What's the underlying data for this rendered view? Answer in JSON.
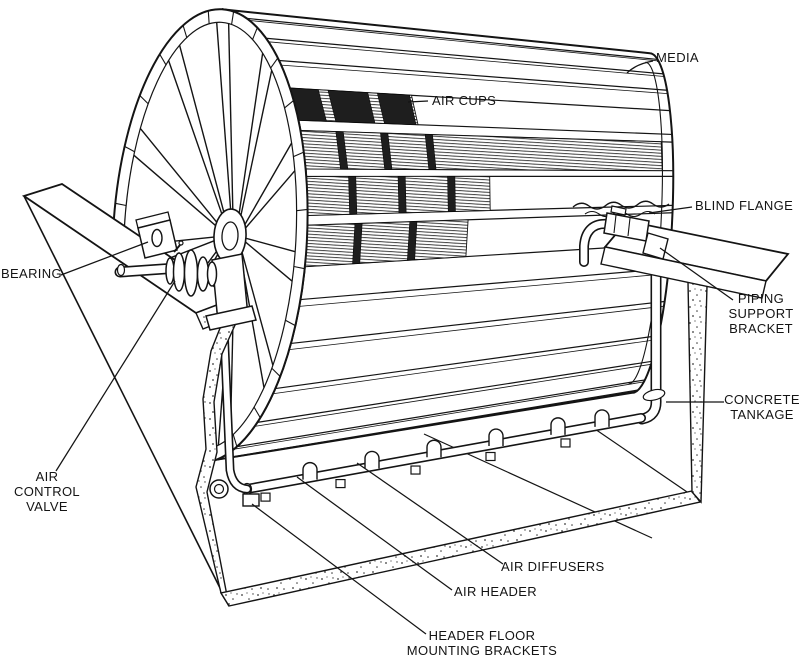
{
  "colors": {
    "ink": "#141414",
    "paper": "#ffffff"
  },
  "labels": {
    "media": "MEDIA",
    "air_cups": "AIR CUPS",
    "blind_flange": "BLIND FLANGE",
    "piping_support_bracket": {
      "l1": "PIPING",
      "l2": "SUPPORT",
      "l3": "BRACKET"
    },
    "concrete_tankage": {
      "l1": "CONCRETE",
      "l2": "TANKAGE"
    },
    "bearing": "BEARING",
    "air_control_valve": {
      "l1": "AIR CONTROL",
      "l2": "VALVE"
    },
    "air_diffusers": "AIR DIFFUSERS",
    "air_header": "AIR HEADER",
    "header_floor_mounting_brackets": {
      "l1": "HEADER FLOOR",
      "l2": "MOUNTING BRACKETS"
    }
  }
}
